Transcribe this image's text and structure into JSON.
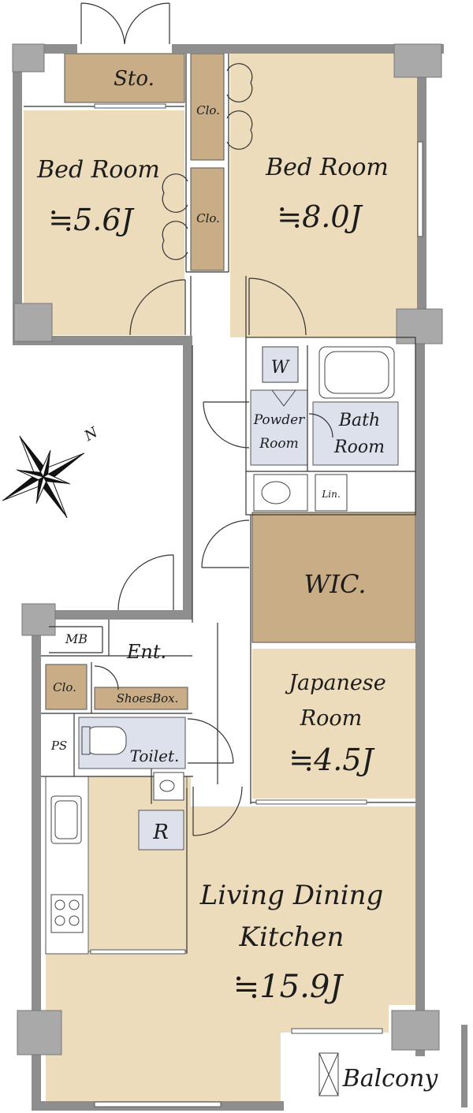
{
  "plan": {
    "rooms": {
      "sto": "Sto.",
      "clo_top": "Clo.",
      "clo_mid": "Clo.",
      "bed_small": {
        "name": "Bed Room",
        "size": "≒5.6J"
      },
      "bed_large": {
        "name": "Bed Room",
        "size": "≒8.0J"
      },
      "washer": "W",
      "powder": [
        "Powder",
        "Room"
      ],
      "bath": [
        "Bath",
        "Room"
      ],
      "linen": "Lin.",
      "wic": "WIC.",
      "mb": "MB",
      "ent": "Ent.",
      "clo_ent": "Clo.",
      "shoesbox": "ShoesBox.",
      "ps": "PS",
      "toilet": "Toilet.",
      "fridge": "R",
      "japanese": {
        "name": [
          "Japanese",
          "Room"
        ],
        "size": "≒4.5J"
      },
      "ldk": {
        "name": [
          "Living Dining",
          "Kitchen"
        ],
        "size": "≒15.9J"
      },
      "balcony": "Balcony"
    },
    "compass": {
      "north_label": "N"
    },
    "colors": {
      "floor": "#ecdcbc",
      "storage": "#c8ad86",
      "wet": "#dde1ec",
      "wall": "#8e8e8e",
      "column": "#a9a9a9",
      "line": "#333333"
    }
  }
}
